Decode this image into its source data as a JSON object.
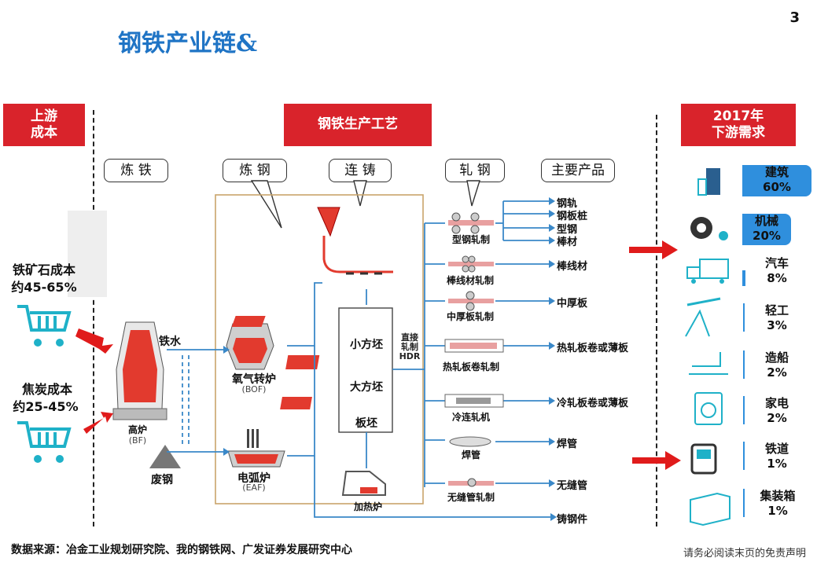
{
  "page_number": "3",
  "title": "钢铁产业链&",
  "headers": {
    "upstream": "上游\n成本",
    "process": "钢铁生产工艺",
    "downstream": "2017年\n下游需求"
  },
  "steps": [
    "炼 铁",
    "炼 钢",
    "连 铸",
    "轧 钢",
    "主要产品"
  ],
  "upstream_costs": {
    "iron_ore": {
      "label": "铁矿石成本",
      "range": "约45-65%"
    },
    "coke": {
      "label": "焦炭成本",
      "range": "约25-45%"
    }
  },
  "process": {
    "blast_furnace": {
      "name": "高炉",
      "abbr": "(BF)"
    },
    "hot_metal": "铁水",
    "scrap": "废钢",
    "bof": {
      "name": "氧气转炉",
      "abbr": "(BOF)"
    },
    "eaf": {
      "name": "电弧炉",
      "abbr": "(EAF)"
    },
    "billets": [
      "小方坯",
      "大方坯",
      "板坯"
    ],
    "hdr": "直接\n轧制\nHDR",
    "reheat": "加热炉",
    "mills": [
      "型钢轧制",
      "棒线材轧制",
      "中厚板轧制",
      "热轧板卷轧制",
      "冷连轧机",
      "焊管",
      "无缝管轧制"
    ],
    "products": [
      "钢轨",
      "钢板桩",
      "型钢",
      "棒材",
      "棒线材",
      "中厚板",
      "热轧板卷或薄板",
      "冷轧板卷或薄板",
      "焊管",
      "无缝管",
      "铸钢件"
    ]
  },
  "demand": [
    {
      "name": "建筑",
      "pct": "60%",
      "icon": "building-icon"
    },
    {
      "name": "机械",
      "pct": "20%",
      "icon": "gear-icon"
    },
    {
      "name": "汽车",
      "pct": "8%",
      "icon": "truck-icon"
    },
    {
      "name": "轻工",
      "pct": "3%",
      "icon": "pumpjack-icon"
    },
    {
      "name": "造船",
      "pct": "2%",
      "icon": "ship-icon"
    },
    {
      "name": "家电",
      "pct": "2%",
      "icon": "washer-icon"
    },
    {
      "name": "铁道",
      "pct": "1%",
      "icon": "train-icon"
    },
    {
      "name": "集装箱",
      "pct": "1%",
      "icon": "container-icon"
    }
  ],
  "footer": {
    "source": "数据来源：冶金工业规划研究院、我的钢铁网、广发证券发展研究中心",
    "disclaimer": "请务必阅读末页的免责声明"
  },
  "colors": {
    "accent_red": "#d9232b",
    "accent_blue": "#2f8fdd",
    "title_blue": "#1f74c5",
    "icon_teal": "#27b4c8"
  }
}
